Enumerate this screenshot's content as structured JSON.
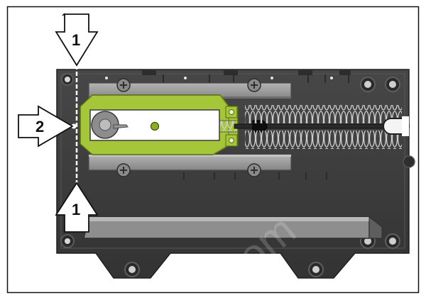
{
  "figure": {
    "callouts": [
      {
        "id": "top",
        "label": "1"
      },
      {
        "id": "left",
        "label": "2"
      },
      {
        "id": "bottom",
        "label": "1"
      }
    ],
    "watermark": ".com"
  },
  "colors": {
    "housing": "#3e3e3e",
    "housing_dark": "#2b2b2b",
    "rail": "#9b9b9b",
    "lever_green": "#a6c63a",
    "spring": "#d0d0d0",
    "arrow_fill": "#ffffff",
    "arrow_stroke": "#111111",
    "dashed_line": "#ffffff"
  }
}
